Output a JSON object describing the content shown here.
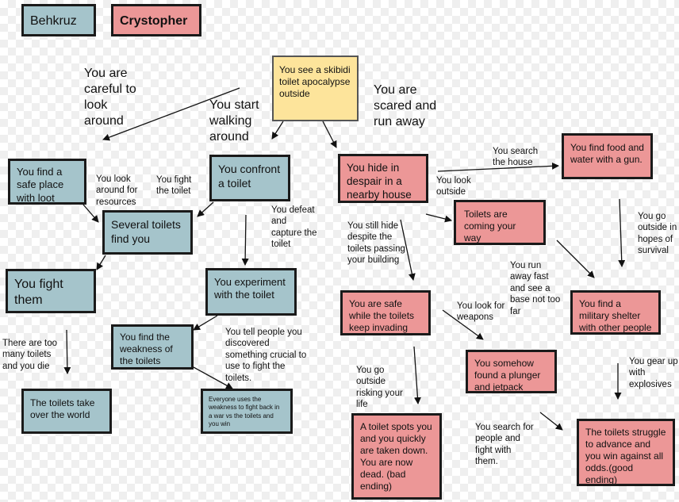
{
  "legend": {
    "player1": "Behkruz",
    "player2": "Crystopher"
  },
  "start": "You see a skibidi toilet apocalypse outside",
  "choices_main": {
    "careful": "You are careful to look around",
    "walking": "You start walking around",
    "scared": "You are scared and run away"
  },
  "boxes": {
    "safe_place": "You find a safe place with loot",
    "confront": "You confront a toilet",
    "several_toilets": "Several toilets find you",
    "fight_them": "You fight them",
    "experiment": "You experiment with the toilet",
    "find_weakness": "You find the weakness of the toilets",
    "toilets_take": "The toilets take over the world",
    "everyone_uses": "Everyone uses the weakness to fight back in a war vs the toilets and you win",
    "hide": "You hide in despair in a nearby house",
    "food_water": "You find food and water with a gun.",
    "coming_way": "Toilets are coming your way",
    "safe_while": "You are safe while the toilets keep invading",
    "military": "You find a military shelter with other people",
    "plunger": "You somehow found a plunger and jetpack",
    "spotted": "A toilet spots you and you quickly are taken down. You are now dead. (bad ending)",
    "struggle": "The toilets struggle to advance and you win against all odds.(good ending)"
  },
  "labels": {
    "look_resources": "You look around for resources",
    "fight_toilet": "You fight the toilet",
    "defeat_capture": "You defeat and capture the toilet",
    "too_many": "There are too many toilets and you die",
    "tell_people": "You tell people you discovered something crucial to use to fight the toilets.",
    "search_house": "You search the house",
    "look_outside": "You look outside",
    "go_outside_hopes": "You go outside in hopes of survival",
    "still_hide": "You still hide despite the toilets passing your building",
    "run_away_fast": "You run away fast and see a base not too far",
    "look_weapons": "You look for weapons",
    "go_outside_risk": "You go outside risking your life",
    "gear_up": "You gear up with explosives",
    "search_people": "You search for people and fight with them."
  },
  "colors": {
    "teal": "#a5c4cb",
    "pink": "#ec9797",
    "yellow": "#fde49b"
  }
}
